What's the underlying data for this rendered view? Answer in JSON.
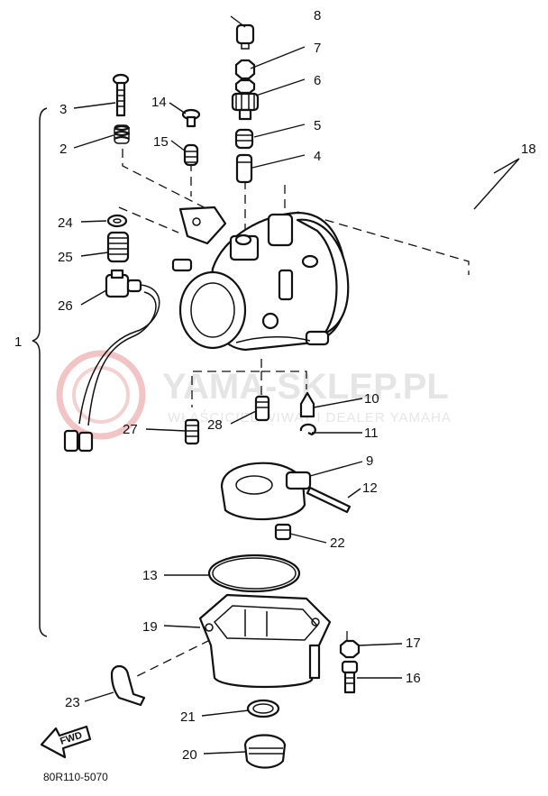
{
  "watermark": {
    "text": "YAMA-SKLEP.PL",
    "subtext": "WŁAŚCICIEL WIWAT I DEALER YAMAHA"
  },
  "diagram_code": "80R110-5070",
  "forward_arrow_label": "FWD",
  "callouts": [
    {
      "id": "p1",
      "label": "1"
    },
    {
      "id": "p2",
      "label": "2"
    },
    {
      "id": "p3",
      "label": "3"
    },
    {
      "id": "p4",
      "label": "4"
    },
    {
      "id": "p5",
      "label": "5"
    },
    {
      "id": "p6",
      "label": "6"
    },
    {
      "id": "p7",
      "label": "7"
    },
    {
      "id": "p8",
      "label": "8"
    },
    {
      "id": "p9",
      "label": "9"
    },
    {
      "id": "p10",
      "label": "10"
    },
    {
      "id": "p11",
      "label": "11"
    },
    {
      "id": "p12",
      "label": "12"
    },
    {
      "id": "p13",
      "label": "13"
    },
    {
      "id": "p14",
      "label": "14"
    },
    {
      "id": "p15",
      "label": "15"
    },
    {
      "id": "p16",
      "label": "16"
    },
    {
      "id": "p17",
      "label": "17"
    },
    {
      "id": "p18",
      "label": "18"
    },
    {
      "id": "p19",
      "label": "19"
    },
    {
      "id": "p20",
      "label": "20"
    },
    {
      "id": "p21",
      "label": "21"
    },
    {
      "id": "p22",
      "label": "22"
    },
    {
      "id": "p23",
      "label": "23"
    },
    {
      "id": "p24",
      "label": "24"
    },
    {
      "id": "p25",
      "label": "25"
    },
    {
      "id": "p26",
      "label": "26"
    },
    {
      "id": "p27",
      "label": "27"
    },
    {
      "id": "p28",
      "label": "28"
    }
  ]
}
